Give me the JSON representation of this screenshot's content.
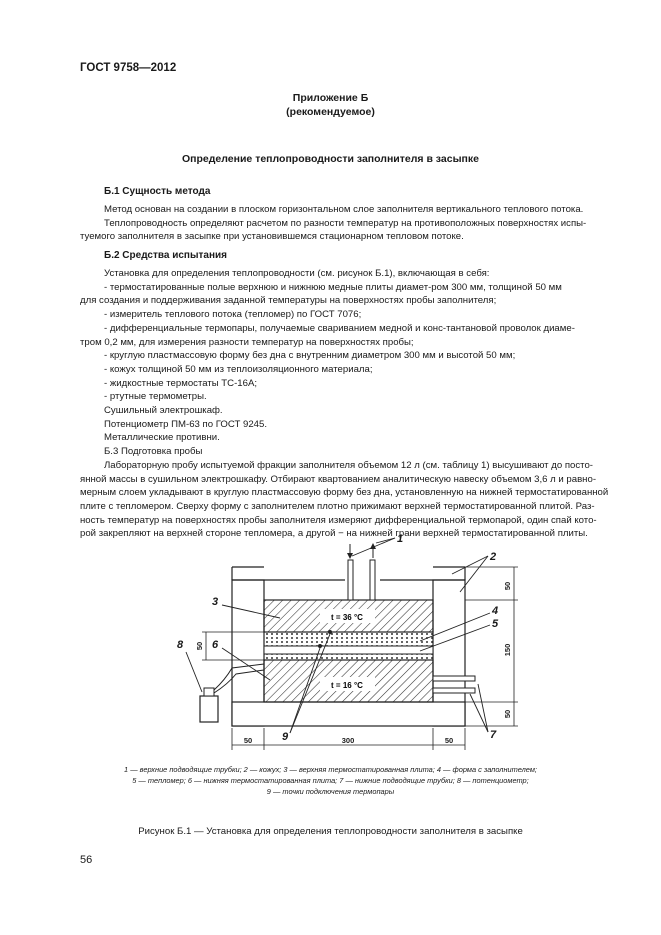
{
  "header": {
    "standard": "ГОСТ 9758—2012"
  },
  "annex": {
    "title": "Приложение Б",
    "subtitle": "(рекомендуемое)"
  },
  "main_title": "Определение теплопроводности заполнителя в засыпке",
  "b1": {
    "heading": "Б.1 Сущность метода",
    "lines": [
      "Метод основан на создании в плоском горизонтальном слое заполнителя вертикального теплового потока.",
      "Теплопроводность определяют расчетом по разности температур на противоположных поверхностях испы-",
      "туемого заполнителя в засыпке при установившемся стационарном тепловом потоке."
    ]
  },
  "b2": {
    "heading": "Б.2 Средства испытания",
    "lines": [
      "Установка для определения теплопроводности (см. рисунок Б.1), включающая в себя:",
      "- термостатированные полые верхнюю и нижнюю медные плиты диамет-ром 300 мм, толщиной 50 мм",
      "для создания и поддерживания заданной температуры на поверхностях пробы заполнителя;",
      "- измеритель теплового потока (тепломер) по ГОСТ 7076;",
      "- дифференциальные термопары, получаемые сваривани­ем медной и конс-тантановой проволок диаме-",
      "тром 0,2 мм, для измерения разности температур на поверхностях пробы;",
      "- круглую пластмассовую форму без дна с внутренним диаметром 300 мм и высотой 50 мм;",
      "- кожух толщиной 50 мм из теплоизоляционного материала;",
      "- жидкостные термостаты ТС-16А;",
      "- ртутные термометры.",
      "Сушильный электрошкаф.",
      "Потенциометр ПМ-63 по ГОСТ 9245.",
      "Металлические противни.",
      "Б.3 Подготовка пробы",
      "Лабораторную пробу испытуемой фракции заполнителя объемом 12 л (см. таблицу 1) высушивают до посто-",
      "янной массы в сушильном электрошкафу. Отбирают квартованием аналитическую навеску объемом 3,6 л и равно-",
      "мерным слоем укладывают в круглую пластмассовую форму без дна, установленную на нижней термостатированной",
      "плите с тепломером. Сверху форму с заполнителем плотно прижимают верхней термостатированной плитой. Раз-",
      "ность температур на поверхностях пробы заполнителя измеряют дифференциальной термопарой, один спай кото-",
      "рой закрепляют на верхней стороне тепломера, а другой − на нижней грани верхней термостатированной плиты."
    ]
  },
  "figure": {
    "callouts": [
      "1",
      "2",
      "3",
      "4",
      "5",
      "6",
      "7",
      "8",
      "9"
    ],
    "temp_top": "t = 36 °C",
    "temp_bottom": "t = 16 °C",
    "dims": {
      "left": "50",
      "center": "300",
      "right": "50",
      "top_right": "50",
      "mid_right": "150",
      "bottom_right": "50",
      "left_side": "50"
    },
    "caption_lines": [
      "1 — верхние подводящие трубки; 2 — кожух; 3 — верхняя термостатированная плита; 4 — форма с заполнителем;",
      "5 — тепломер; 6 — нижняя термостатированная плита; 7 — нижние подводящие трубки; 8 — потенциометр;",
      "9 — точки подключения термопары"
    ],
    "title": "Рисунок Б.1 — Установка для определения теплопроводности заполнителя в засыпке"
  },
  "page_number": "56",
  "colors": {
    "text": "#1a1a1a",
    "line": "#222222"
  }
}
